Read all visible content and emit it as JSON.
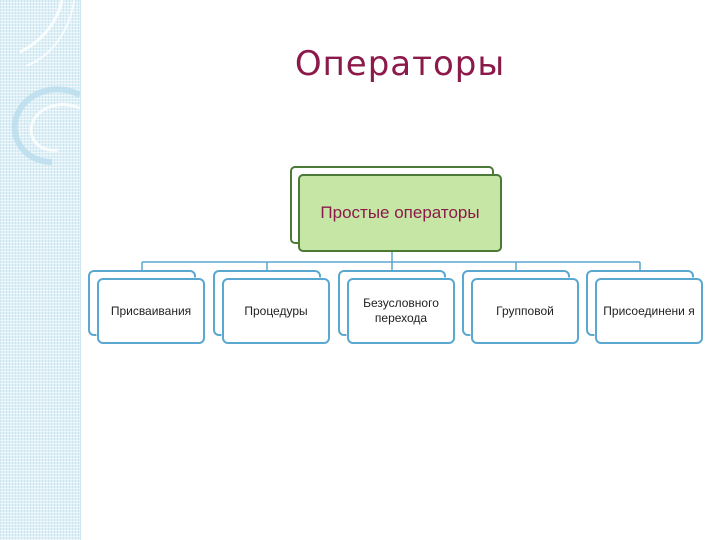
{
  "title": "Операторы",
  "diagram": {
    "root": {
      "label": "Простые операторы"
    },
    "children": [
      {
        "label": "Присваивания"
      },
      {
        "label": "Процедуры"
      },
      {
        "label": "Безусловного перехода"
      },
      {
        "label": "Групповой"
      },
      {
        "label": "Присоединени я"
      }
    ]
  },
  "colors": {
    "title": "#8b1a4a",
    "root_fill": "#c6e6a6",
    "root_border": "#4a7a36",
    "child_border": "#5aa7cf",
    "connector": "#5aa7cf",
    "sidebar": "#dff0f7"
  }
}
